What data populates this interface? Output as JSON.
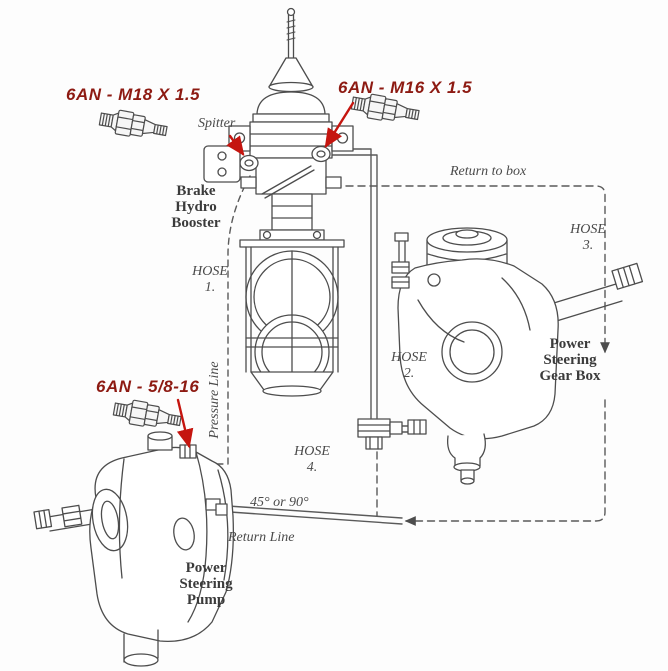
{
  "colors": {
    "fitting_label": "#8d1a12",
    "pointer_arrow": "#c5150f",
    "line_art": "#4d4d4d"
  },
  "fitting_labels": {
    "m18": "6AN - M18 X 1.5",
    "m16": "6AN - M16 X 1.5",
    "f58_16": "6AN - 5/8-16"
  },
  "components": {
    "booster": {
      "lines": [
        "Brake",
        "Hydro",
        "Booster"
      ]
    },
    "gearbox": {
      "lines": [
        "Power",
        "Steering",
        "Gear Box"
      ]
    },
    "pump": {
      "lines": [
        "Power",
        "Steering",
        "Pump"
      ]
    }
  },
  "hoses": [
    {
      "title": "HOSE",
      "number": "1."
    },
    {
      "title": "HOSE",
      "number": "2."
    },
    {
      "title": "HOSE",
      "number": "3."
    },
    {
      "title": "HOSE",
      "number": "4."
    }
  ],
  "annotations": {
    "spitter": "Spitter",
    "return_to_box": "Return to box",
    "pressure_line": "Pressure Line",
    "fitting_angle": "45° or 90°",
    "return_line": "Return Line"
  }
}
